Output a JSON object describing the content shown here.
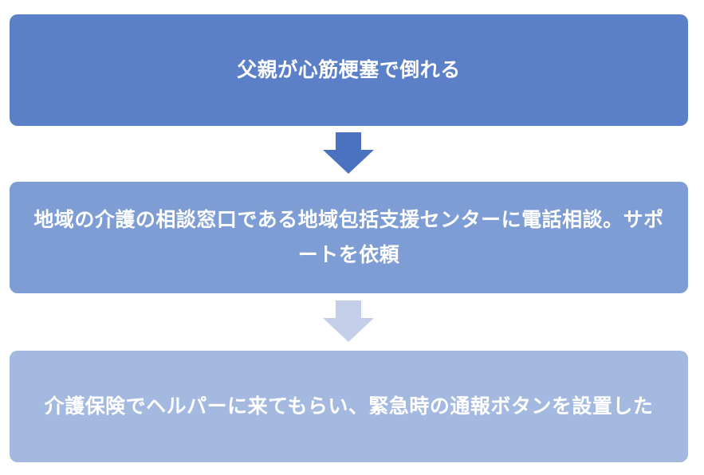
{
  "steps": [
    {
      "text": "父親が心筋梗塞で倒れる"
    },
    {
      "text": "地域の介護の相談窓口である地域包括支援センターに電話相談。サポートを依頼"
    },
    {
      "text": "介護保険でヘルパーに来てもらい、緊急時の通報ボタンを設置した"
    }
  ],
  "colors": {
    "step1": "#5b80c8",
    "step2": "#7e9dd4",
    "step3": "#a4b9e0",
    "arrow1": "#4a72be",
    "arrow2": "#c3cfe8"
  }
}
